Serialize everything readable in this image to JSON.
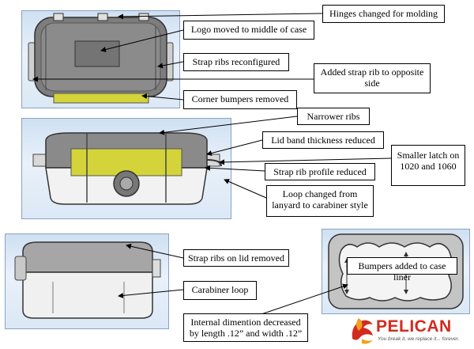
{
  "callouts": {
    "hinges": "Hinges changed for molding",
    "logo_moved": "Logo moved to middle of case",
    "strap_ribs_reconfigured": "Strap ribs reconfigured",
    "added_strap_rib": "Added strap rib to opposite side",
    "corner_bumpers": "Corner bumpers removed",
    "narrower_ribs": "Narrower ribs",
    "lid_band": "Lid band thickness reduced",
    "smaller_latch": "Smaller latch on 1020 and 1060",
    "strap_rib_profile": "Strap rib profile reduced",
    "loop_changed": "Loop changed from lanyard to carabiner style",
    "strap_ribs_lid_removed": "Strap ribs on lid removed",
    "carabiner_loop": "Carabiner loop",
    "bumpers_liner": "Bumpers added to case liner",
    "internal_dimension": "Internal dimention decreased by length .12” and width .12”"
  },
  "brand": {
    "name": "PELICAN",
    "tagline": "You break it, we replace it... forever.",
    "logo_color": "#d22a1e"
  },
  "colors": {
    "band_yellow": "#d4d43a",
    "case_gray": "#7d7d7d",
    "panel_blue": "#d6e4f3"
  }
}
